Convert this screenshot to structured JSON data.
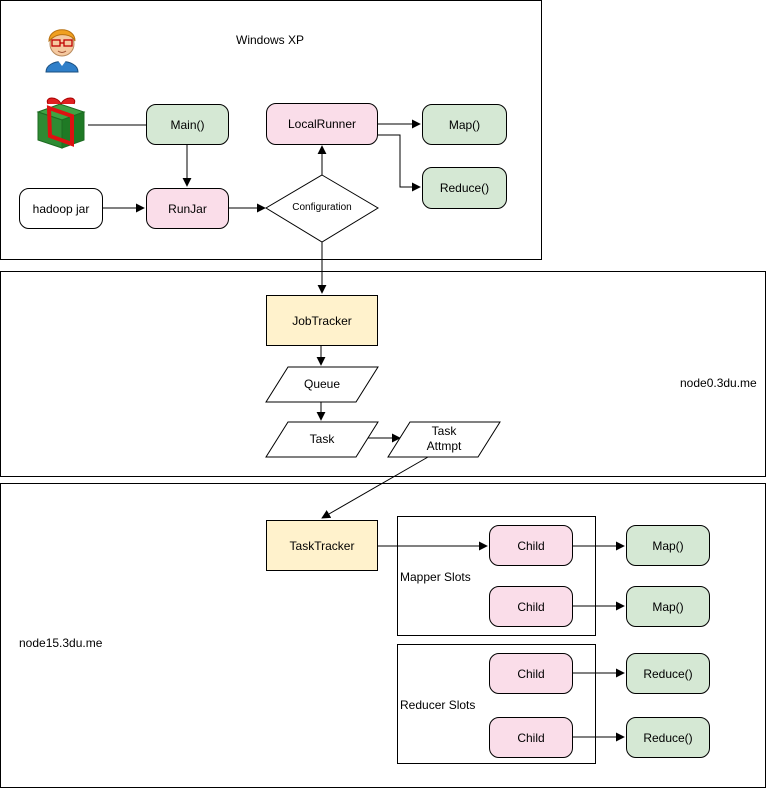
{
  "windows_xp": {
    "title": "Windows XP",
    "main": "Main()",
    "runjar": "RunJar",
    "hadoop_jar": "hadoop jar",
    "configuration": "Configuration",
    "local_runner": "LocalRunner",
    "map": "Map()",
    "reduce": "Reduce()"
  },
  "node0": {
    "host": "node0.3du.me",
    "job_tracker": "JobTracker",
    "queue": "Queue",
    "task": "Task",
    "task_attempt_line1": "Task",
    "task_attempt_line2": "Attmpt"
  },
  "node15": {
    "host": "node15.3du.me",
    "task_tracker": "TaskTracker",
    "mapper_slots": "Mapper Slots",
    "reducer_slots": "Reducer Slots",
    "child": "Child",
    "map": "Map()",
    "reduce": "Reduce()"
  },
  "colors": {
    "green_fill": "#d5e8d4",
    "pink_fill": "#fadde9",
    "yellow_fill": "#fff2cc"
  }
}
